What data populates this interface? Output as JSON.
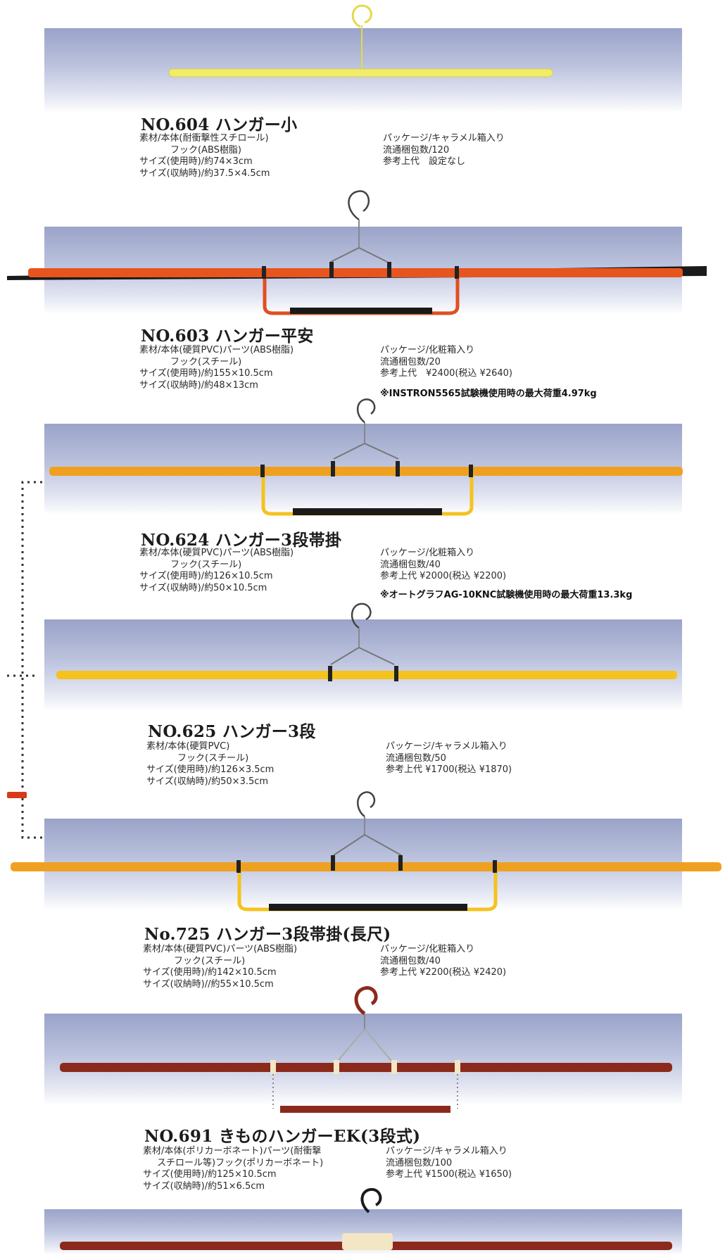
{
  "products": [
    {
      "title": "NO.604 ハンガー小",
      "specs": [
        "素材/本体(耐衝撃性スチロール)",
        "フック(ABS樹脂)",
        "サイズ(使用時)/約74×3cm",
        "サイズ(収納時)/約37.5×4.5cm"
      ],
      "pack": [
        "パッケージ/キャラメル箱入り",
        "流通梱包数/120",
        "参考上代　設定なし"
      ]
    },
    {
      "title": "NO.603 ハンガー平安",
      "specs": [
        "素材/本体(硬質PVC)パーツ(ABS樹脂)",
        "フック(スチール)",
        "サイズ(使用時)/約155×10.5cm",
        "サイズ(収納時)/約48×13cm"
      ],
      "pack": [
        "パッケージ/化粧箱入り",
        "流通梱包数/20",
        "参考上代　¥2400(税込 ¥2640)"
      ],
      "note": "※INSTRON5565試験機使用時の最大荷重4.97kg"
    },
    {
      "title": "NO.624 ハンガー3段帯掛",
      "specs": [
        "素材/本体(硬質PVC)パーツ(ABS樹脂)",
        "フック(スチール)",
        "サイズ(使用時)/約126×10.5cm",
        "サイズ(収納時)/約50×10.5cm"
      ],
      "pack": [
        "パッケージ/化粧箱入り",
        "流通梱包数/40",
        "参考上代 ¥2000(税込 ¥2200)"
      ],
      "note": "※オートグラフAG-10KNC試験機使用時の最大荷重13.3kg"
    },
    {
      "title": "NO.625 ハンガー3段",
      "specs": [
        "素材/本体(硬質PVC)",
        "フック(スチール)",
        "サイズ(使用時)/約126×3.5cm",
        "サイズ(収納時)/約50×3.5cm"
      ],
      "pack": [
        "パッケージ/キャラメル箱入り",
        "流通梱包数/50",
        "参考上代 ¥1700(税込 ¥1870)"
      ]
    },
    {
      "title": "No.725 ハンガー3段帯掛(長尺)",
      "specs": [
        "素材/本体(硬質PVC)パーツ(ABS樹脂)",
        "フック(スチール)",
        "サイズ(使用時)/約142×10.5cm",
        "サイズ(収納時)//約55×10.5cm"
      ],
      "pack": [
        "パッケージ/化粧箱入り",
        "流通梱包数/40",
        "参考上代 ¥2200(税込 ¥2420)"
      ]
    },
    {
      "title": "NO.691 きものハンガーEK(3段式)",
      "specs": [
        "素材/本体(ポリカーボネート)パーツ(耐衝撃",
        "スチロール等)フック(ポリカーボネート)",
        "サイズ(使用時)/約125×10.5cm",
        "サイズ(収納時)/約51×6.5cm"
      ],
      "pack": [
        "パッケージ/キャラメル箱入り",
        "流通梱包数/100",
        "参考上代 ¥1500(税込 ¥1650)"
      ]
    }
  ],
  "colors": {
    "yellow": "#f2ec6a",
    "orange_red": "#e8541e",
    "amber": "#f0a020",
    "gold_yellow": "#f5c21e",
    "maroon": "#8b2a1c",
    "black_grip": "#1a1a1a"
  }
}
